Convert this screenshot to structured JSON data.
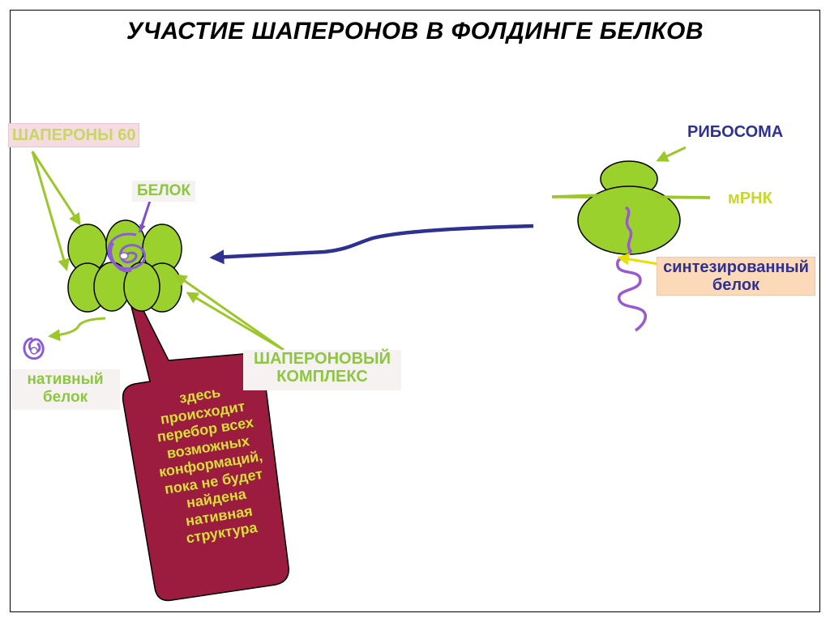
{
  "title": "УЧАСТИЕ ШАПЕРОНОВ В ФОЛДИНГЕ БЕЛКОВ",
  "labels": {
    "chaperones60": "ШАПЕРОНЫ 60",
    "protein": "БЕЛОК",
    "ribosome": "РИБОСОМА",
    "mrna": "мРНК",
    "synthesized_protein": "синтезированный белок",
    "native_protein": "нативный белок",
    "chaperone_complex": "ШАПЕРОНОВЫЙ КОМПЛЕКС",
    "note": "здесь происходит перебор всех возможных конформаций, пока не будет найдена нативная структура"
  },
  "colors": {
    "chaperone_green": "#9bd12c",
    "arrow_green": "#9bc72b",
    "protein_purple": "#9b59d0",
    "main_arrow_navy": "#2e3192",
    "callout_maroon": "#9b1c3e",
    "label_blue": "#2e3192",
    "label_yellow": "#d9df3a"
  }
}
